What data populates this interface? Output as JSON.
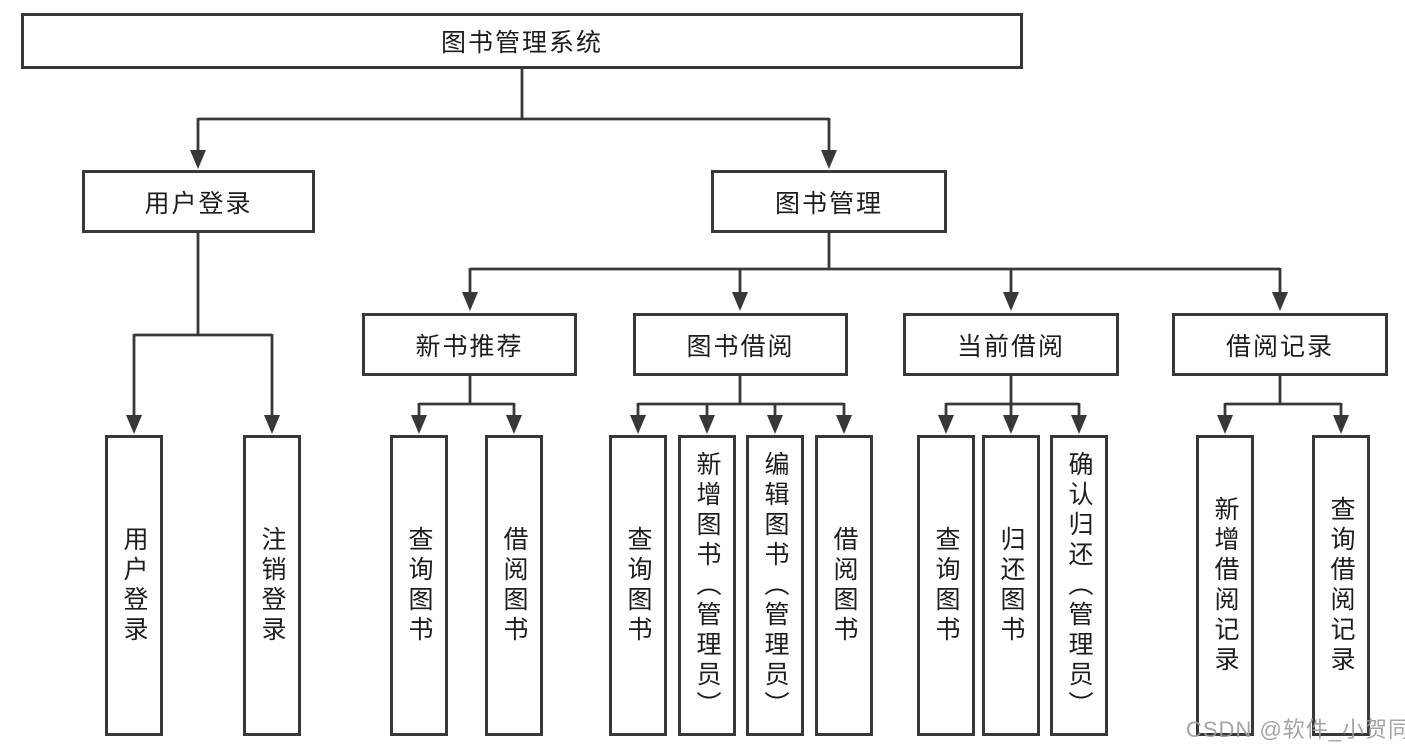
{
  "tree": {
    "root": {
      "label": "图书管理系统"
    },
    "branches": [
      {
        "label": "用户登录",
        "children": [
          {
            "label": "用户登录"
          },
          {
            "label": "注销登录"
          }
        ]
      },
      {
        "label": "图书管理",
        "children": [
          {
            "label": "新书推荐",
            "children": [
              {
                "label": "查询图书"
              },
              {
                "label": "借阅图书"
              }
            ]
          },
          {
            "label": "图书借阅",
            "children": [
              {
                "label": "查询图书"
              },
              {
                "label": "新增图书（管理员）"
              },
              {
                "label": "编辑图书（管理员）"
              },
              {
                "label": "借阅图书"
              }
            ]
          },
          {
            "label": "当前借阅",
            "children": [
              {
                "label": "查询图书"
              },
              {
                "label": "归还图书"
              },
              {
                "label": "确认归还（管理员）"
              }
            ]
          },
          {
            "label": "借阅记录",
            "children": [
              {
                "label": "新增借阅记录"
              },
              {
                "label": "查询借阅记录"
              }
            ]
          }
        ]
      }
    ]
  },
  "watermark": {
    "text": "CSDN @软件_小贺同学"
  },
  "colors": {
    "line": "#383838",
    "text": "#1d1d1f",
    "background": "#ffffff",
    "watermark": "#9b9b9b"
  }
}
